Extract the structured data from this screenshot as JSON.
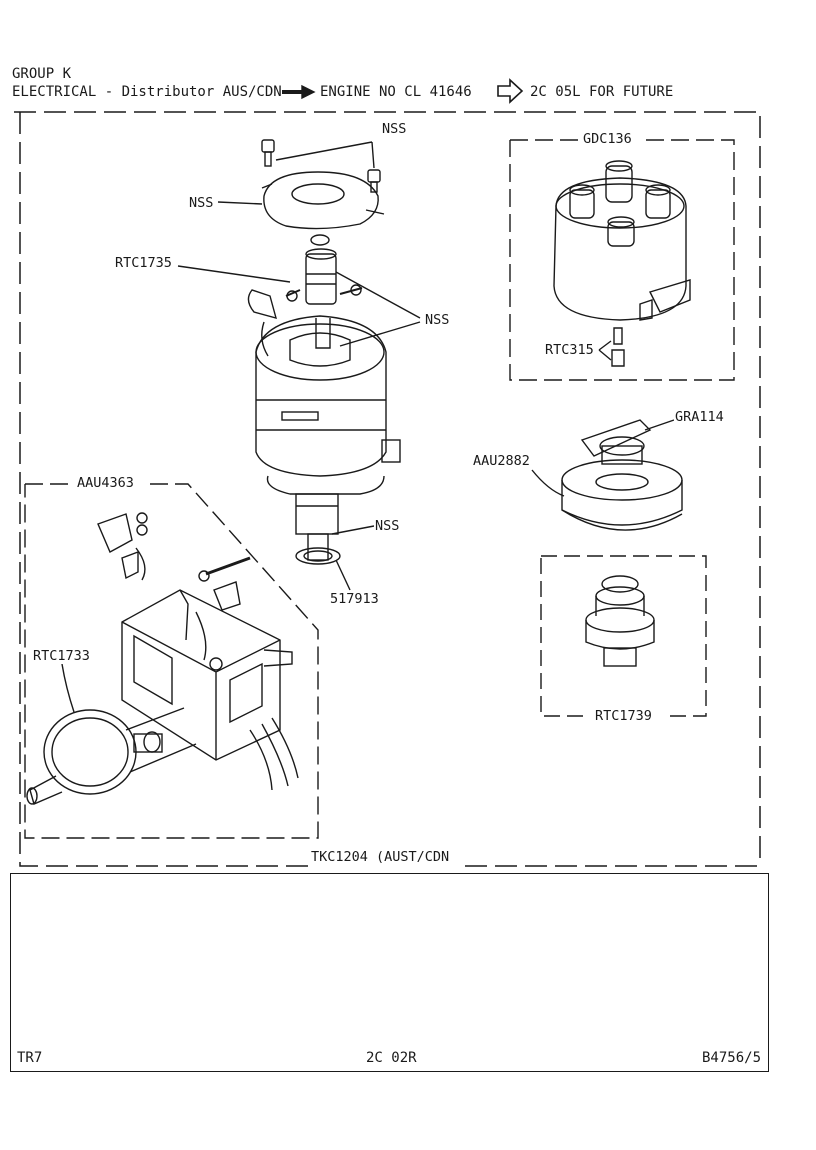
{
  "header": {
    "group": "GROUP K",
    "line_left": "ELECTRICAL - Distributor AUS/CDN",
    "line_engine": "ENGINE NO CL 41646",
    "line_future": "2C 05L FOR FUTURE"
  },
  "labels": {
    "nss_top": "NSS",
    "nss_plate": "NSS",
    "rtc1735": "RTC1735",
    "nss_shaft": "NSS",
    "gdc136": "GDC136",
    "rtc315": "RTC315",
    "gra114": "GRA114",
    "aau2882": "AAU2882",
    "aau4363": "AAU4363",
    "nss_lower": "NSS",
    "p517913": "517913",
    "rtc1733": "RTC1733",
    "rtc1739": "RTC1739",
    "tkc1204": "TKC1204 (AUST/CDN"
  },
  "footer": {
    "left": "TR7",
    "center": "2C 02R",
    "right": "B4756/5"
  }
}
